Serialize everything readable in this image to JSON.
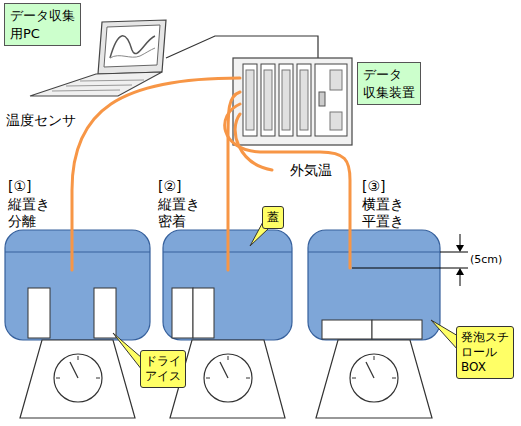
{
  "diagram": {
    "nodes": [
      {
        "text": [
          "データ収集 用PC"
        ]
      },
      {
        "text": [
          "データ 収集装置"
        ]
      },
      {
        "text": [
          "蓋"
        ]
      },
      {
        "text": [
          "ドライ アイス"
        ]
      },
      {
        "text": [
          "発泡スチ ロール BOX"
        ]
      }
    ],
    "labels": [
      "温度センサ",
      "[①] 縦置き 分離",
      "[②] 縦置き 密着",
      "外気温",
      "[③] 横置き 平置き",
      "(5cm)"
    ]
  }
}
